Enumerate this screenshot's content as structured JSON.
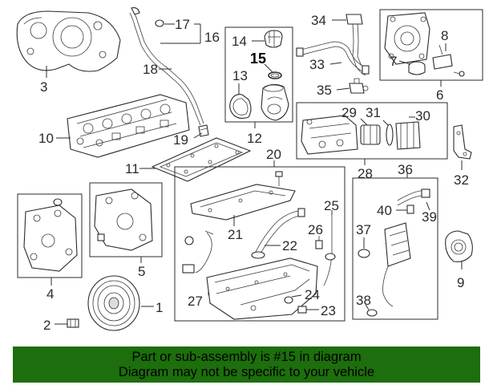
{
  "diagram": {
    "callouts": {
      "n1": "1",
      "n2": "2",
      "n3": "3",
      "n4": "4",
      "n5": "5",
      "n6": "6",
      "n7": "7",
      "n8": "8",
      "n9": "9",
      "n10": "10",
      "n11": "11",
      "n12": "12",
      "n13": "13",
      "n14": "14",
      "n15": "15",
      "n16": "16",
      "n17": "17",
      "n18": "18",
      "n19": "19",
      "n20": "20",
      "n21": "21",
      "n22": "22",
      "n23": "23",
      "n24": "24",
      "n25": "25",
      "n26": "26",
      "n27": "27",
      "n28": "28",
      "n29": "29",
      "n30": "30",
      "n31": "31",
      "n32": "32",
      "n33": "33",
      "n34": "34",
      "n35": "35",
      "n36": "36",
      "n37": "37",
      "n38": "38",
      "n39": "39",
      "n40": "40"
    },
    "highlighted_part": "15",
    "line_color": "#2b2b2b"
  },
  "banner": {
    "line1": "Part or sub-assembly is #15 in diagram",
    "line2": "Diagram may not be specific to your vehicle",
    "background": "#1d6e0c",
    "text_color": "#000000"
  }
}
